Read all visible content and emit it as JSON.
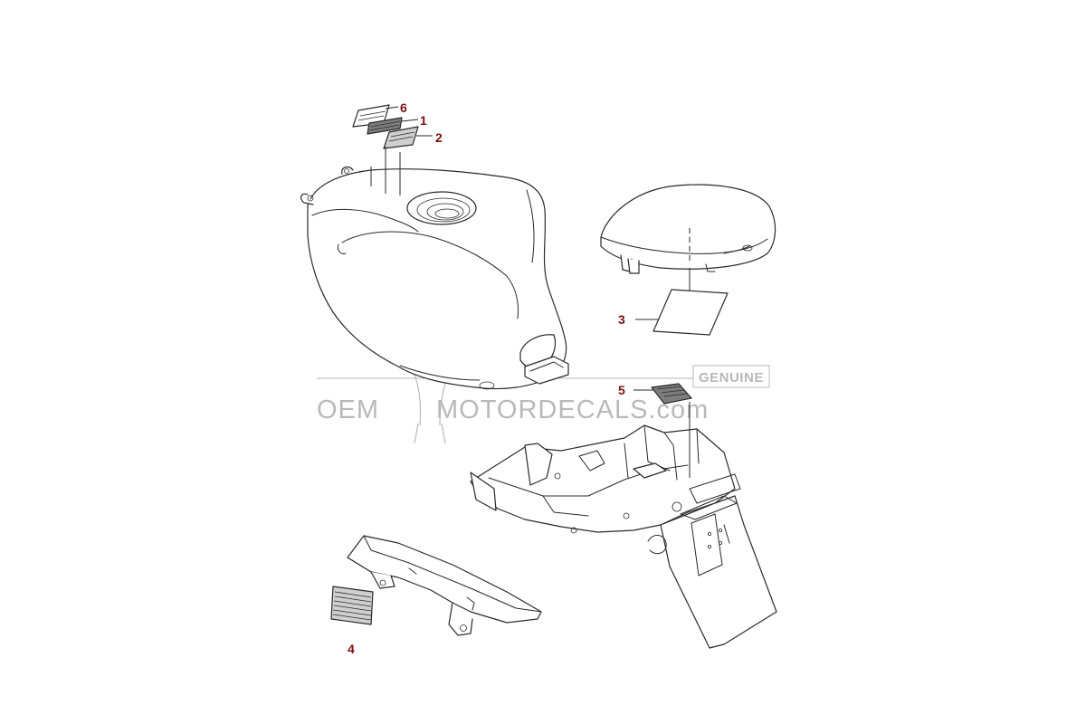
{
  "colors": {
    "callout": "#7a1212",
    "line": "#2a2a2a",
    "watermark": "#b9b9b9",
    "decal_fill": "#cfcfcf",
    "decal_dark": "#7d7d7d"
  },
  "callouts": [
    {
      "id": "1",
      "text": "1"
    },
    {
      "id": "2",
      "text": "2"
    },
    {
      "id": "3",
      "text": "3"
    },
    {
      "id": "4",
      "text": "4"
    },
    {
      "id": "5",
      "text": "5"
    },
    {
      "id": "6",
      "text": "6"
    }
  ],
  "watermark": {
    "brand_left": "OEM",
    "brand_right": "MOTORDECALS.com",
    "badge": "GENUINE"
  }
}
